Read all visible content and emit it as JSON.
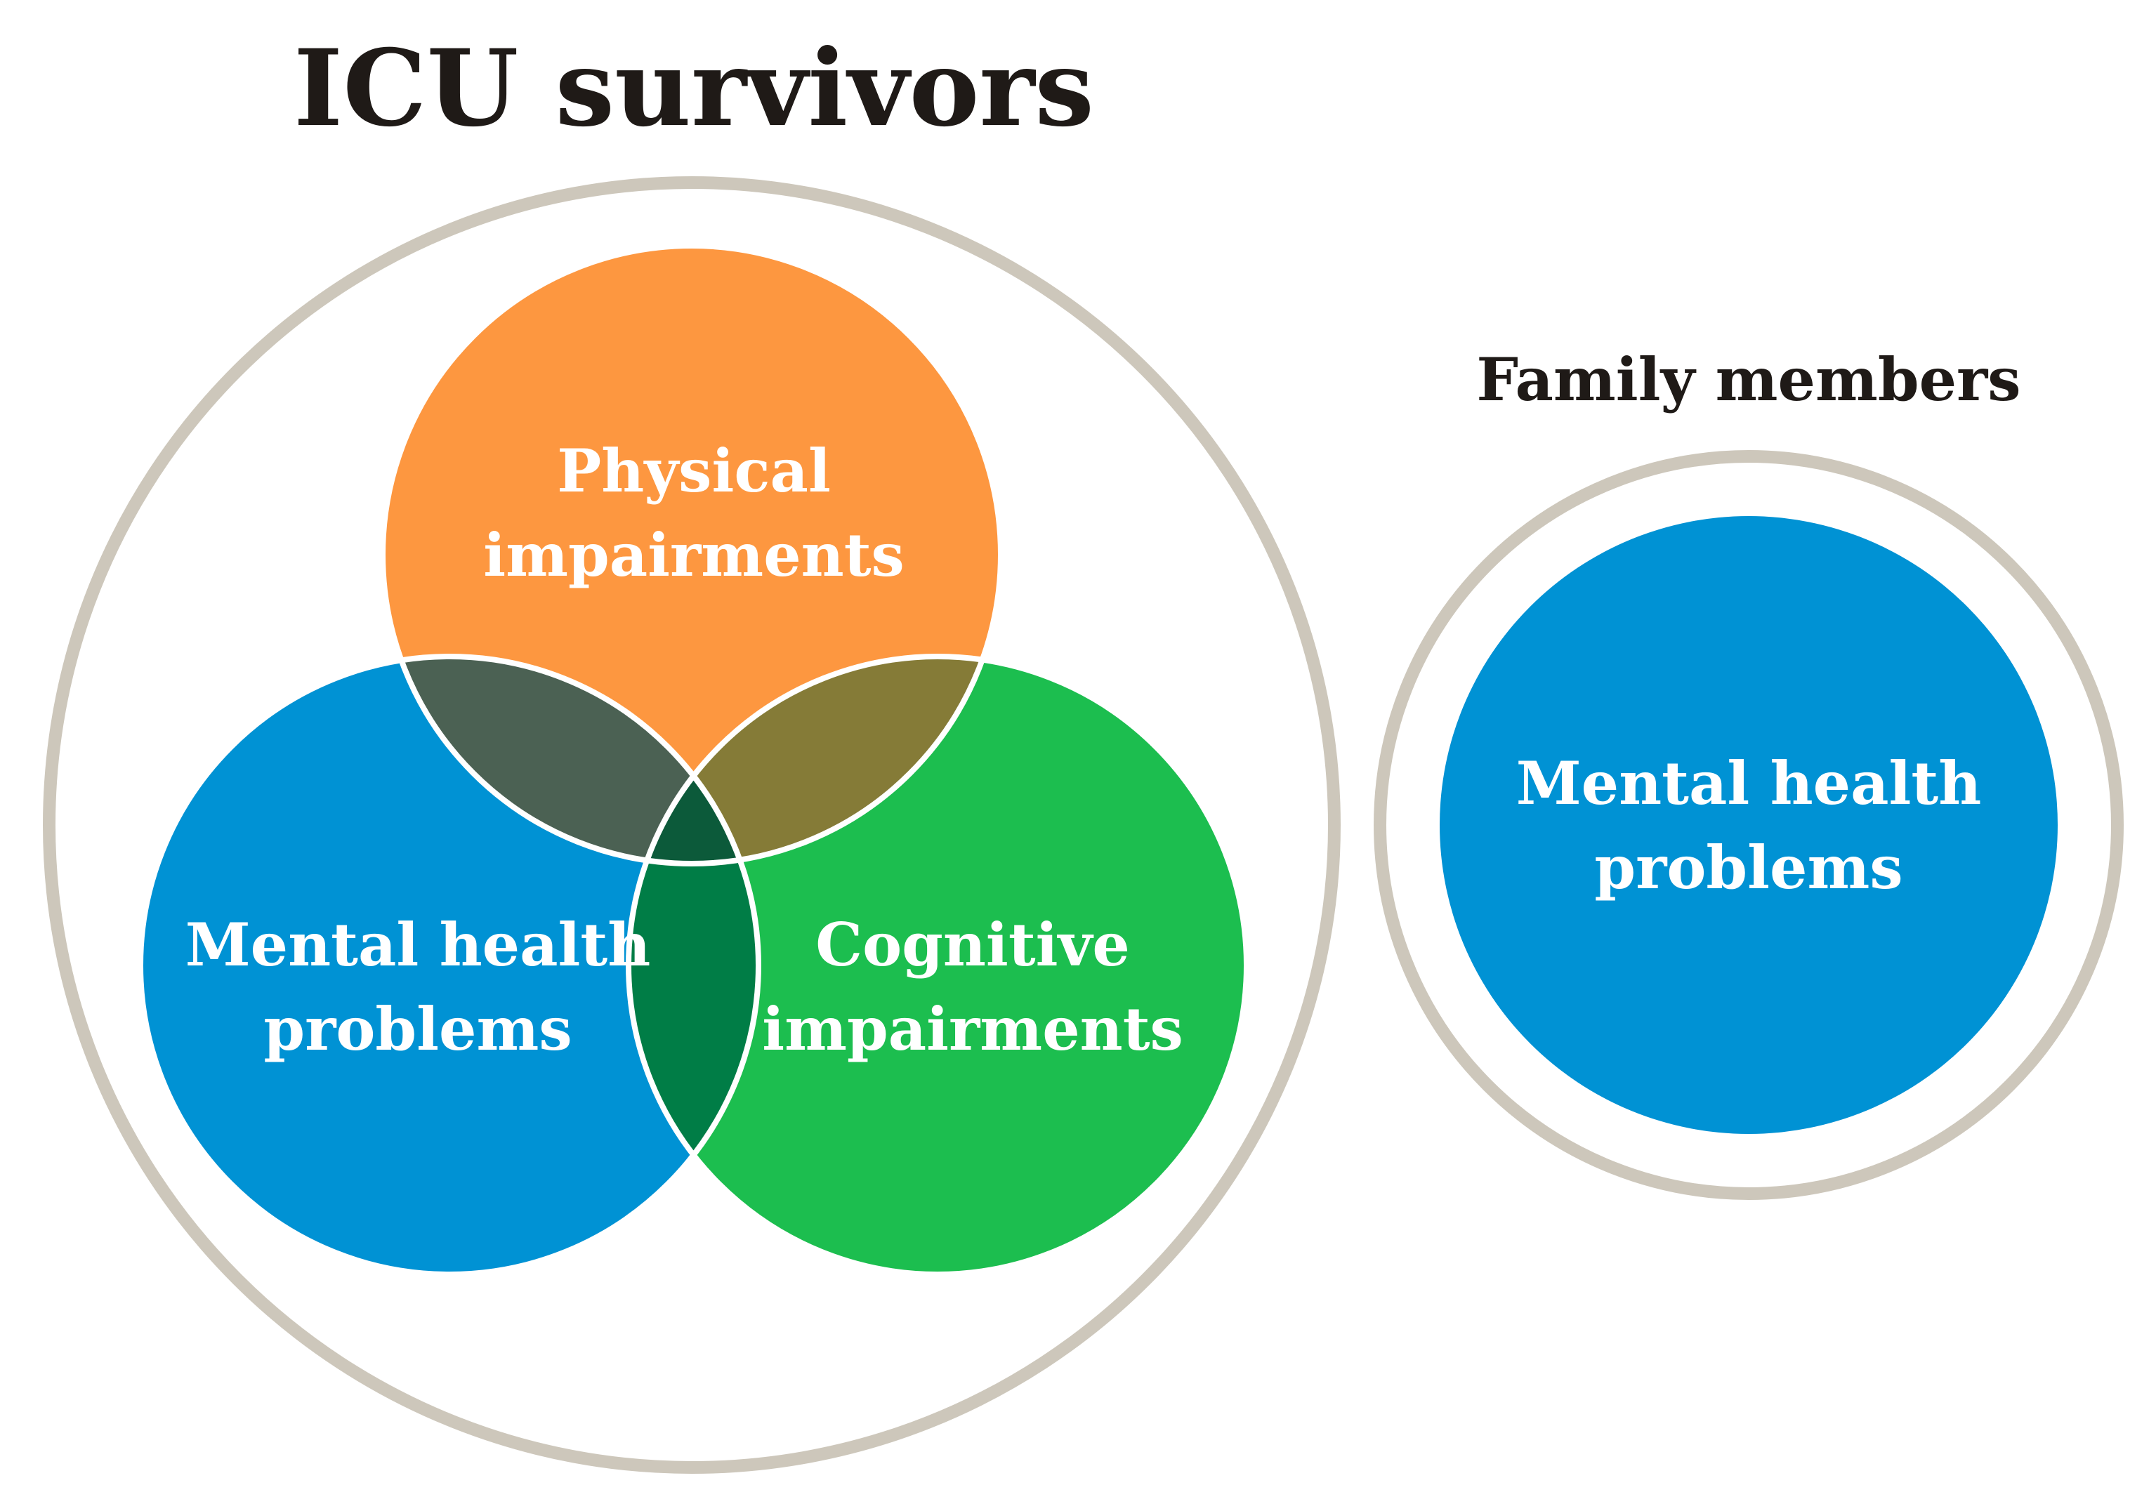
{
  "icu_group": {
    "title": "ICU survivors",
    "outer_ring_color": "#cdc7bb",
    "circles": [
      {
        "key": "physical",
        "line1": "Physical",
        "line2": "impairments",
        "color": "#fd9740"
      },
      {
        "key": "mental",
        "line1": "Mental health",
        "line2": "problems",
        "color": "#0092d4"
      },
      {
        "key": "cognitive",
        "line1": "Cognitive",
        "line2": "impairments",
        "color": "#1cbe4f"
      }
    ],
    "overlaps": {
      "physical_mental": "#4b6153",
      "physical_cognitive": "#857b37",
      "mental_cognitive": "#007d46",
      "all_three": "#0c5a3a"
    }
  },
  "family_group": {
    "title": "Family members",
    "outer_ring_color": "#cdc7bb",
    "circle": {
      "line1": "Mental health",
      "line2": "problems",
      "color": "#0092d4"
    }
  }
}
